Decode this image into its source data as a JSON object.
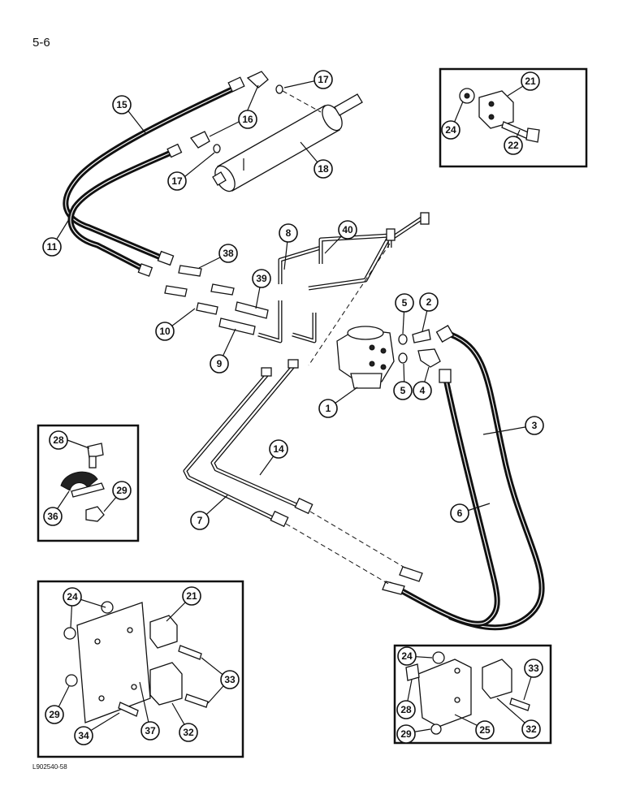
{
  "page": {
    "page_label": "5-6",
    "footer_code": "L902540-58"
  },
  "callouts": {
    "c1": "1",
    "c2": "2",
    "c3": "3",
    "c4": "4",
    "c5a": "5",
    "c5b": "5",
    "c6": "6",
    "c7": "7",
    "c8": "8",
    "c9": "9",
    "c10": "10",
    "c11": "11",
    "c14": "14",
    "c15": "15",
    "c16": "16",
    "c17a": "17",
    "c17b": "17",
    "c18": "18",
    "c21a": "21",
    "c22": "22",
    "c24a": "24",
    "c28a": "28",
    "c29a": "29",
    "c36": "36",
    "c38": "38",
    "c39": "39",
    "c40": "40",
    "c24b": "24",
    "c21b": "21",
    "c33a": "33",
    "c29b": "29",
    "c34": "34",
    "c37": "37",
    "c32a": "32",
    "c24c": "24",
    "c33b": "33",
    "c28b": "28",
    "c29c": "29",
    "c25": "25",
    "c32b": "32"
  }
}
